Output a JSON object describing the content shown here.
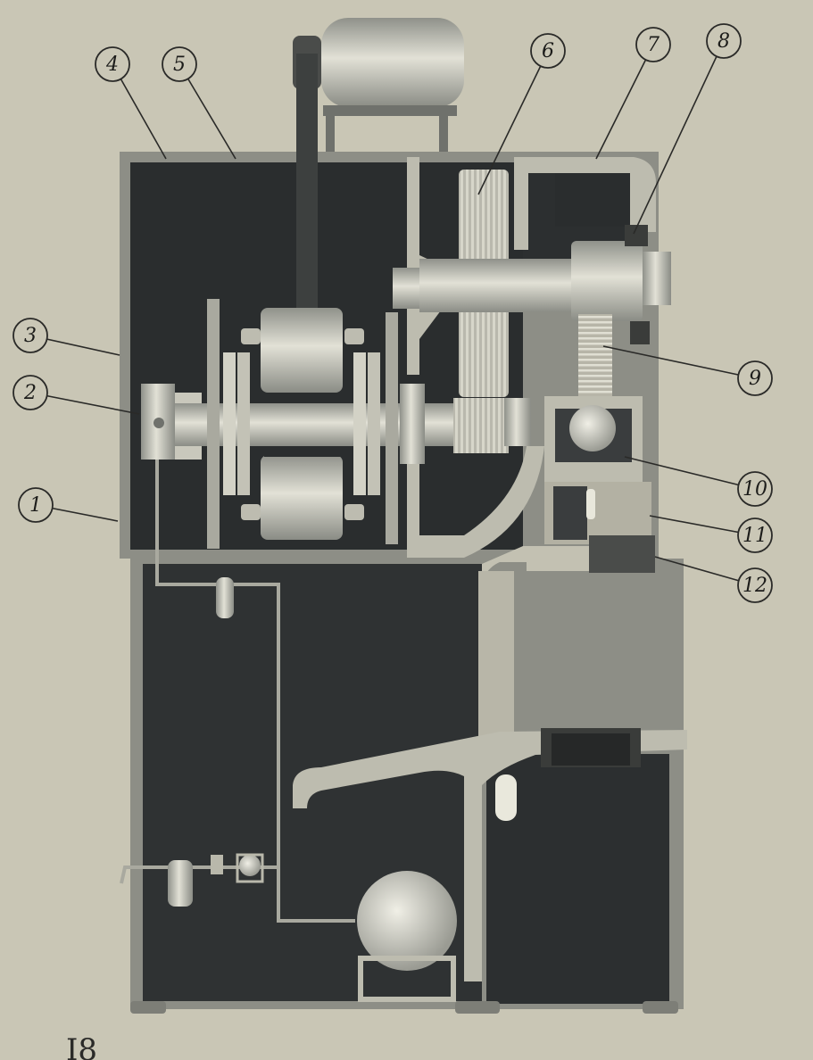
{
  "colors": {
    "paper": "#c9c6b5",
    "casing": "#2a2d2e",
    "casing_edge": "#8d8e86",
    "metal_light": "#d9d8cc",
    "metal_mid": "#a9a99f",
    "metal_dark": "#6f716c",
    "leader": "#2a2a28"
  },
  "callouts": [
    {
      "label": "1",
      "part": "lower-frame"
    },
    {
      "label": "2",
      "part": "shaft-end-bearing"
    },
    {
      "label": "3",
      "part": "housing-wall"
    },
    {
      "label": "4",
      "part": "top-cover-left"
    },
    {
      "label": "5",
      "part": "top-cover-center"
    },
    {
      "label": "6",
      "part": "large-gear"
    },
    {
      "label": "7",
      "part": "gear-cover"
    },
    {
      "label": "8",
      "part": "output-shaft-nut"
    },
    {
      "label": "9",
      "part": "worm-screw"
    },
    {
      "label": "10",
      "part": "ball-bearing"
    },
    {
      "label": "11",
      "part": "side-housing"
    },
    {
      "label": "12",
      "part": "mounting-block"
    }
  ],
  "figure_mark": "I8"
}
